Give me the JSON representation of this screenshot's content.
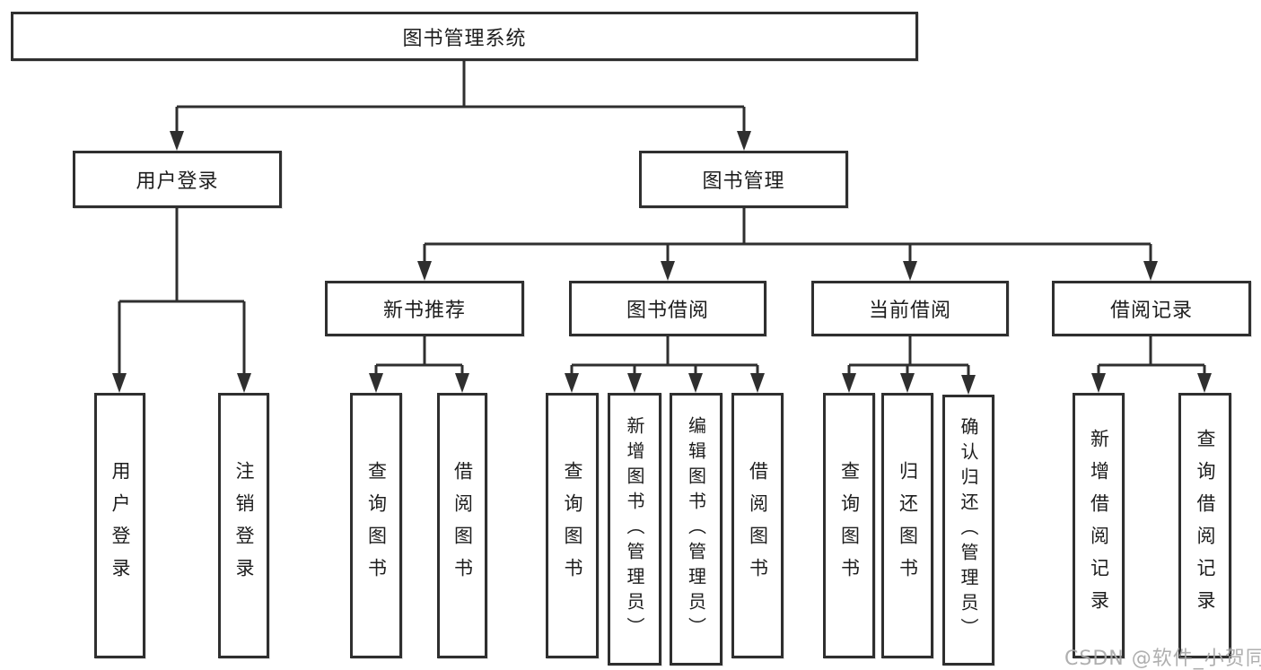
{
  "colors": {
    "border": "#2f2f2f",
    "line": "#2f2f2f",
    "text": "#1d1d1d",
    "watermark": "#a8a8a8",
    "background": "#ffffff"
  },
  "watermark": {
    "text": "CSDN @软件_小贺同学"
  },
  "tree": {
    "root": "图书管理系统",
    "branches": [
      {
        "label": "用户登录",
        "children": [
          {
            "label": "用户登录"
          },
          {
            "label": "注销登录"
          }
        ]
      },
      {
        "label": "图书管理",
        "children": [
          {
            "label": "新书推荐",
            "children": [
              {
                "label": "查询图书"
              },
              {
                "label": "借阅图书"
              }
            ]
          },
          {
            "label": "图书借阅",
            "children": [
              {
                "label": "查询图书"
              },
              {
                "label": "新增图书（管理员）"
              },
              {
                "label": "编辑图书（管理员）"
              },
              {
                "label": "借阅图书"
              }
            ]
          },
          {
            "label": "当前借阅",
            "children": [
              {
                "label": "查询图书"
              },
              {
                "label": "归还图书"
              },
              {
                "label": "确认归还（管理员）"
              }
            ]
          },
          {
            "label": "借阅记录",
            "children": [
              {
                "label": "新增借阅记录"
              },
              {
                "label": "查询借阅记录"
              }
            ]
          }
        ]
      }
    ]
  }
}
